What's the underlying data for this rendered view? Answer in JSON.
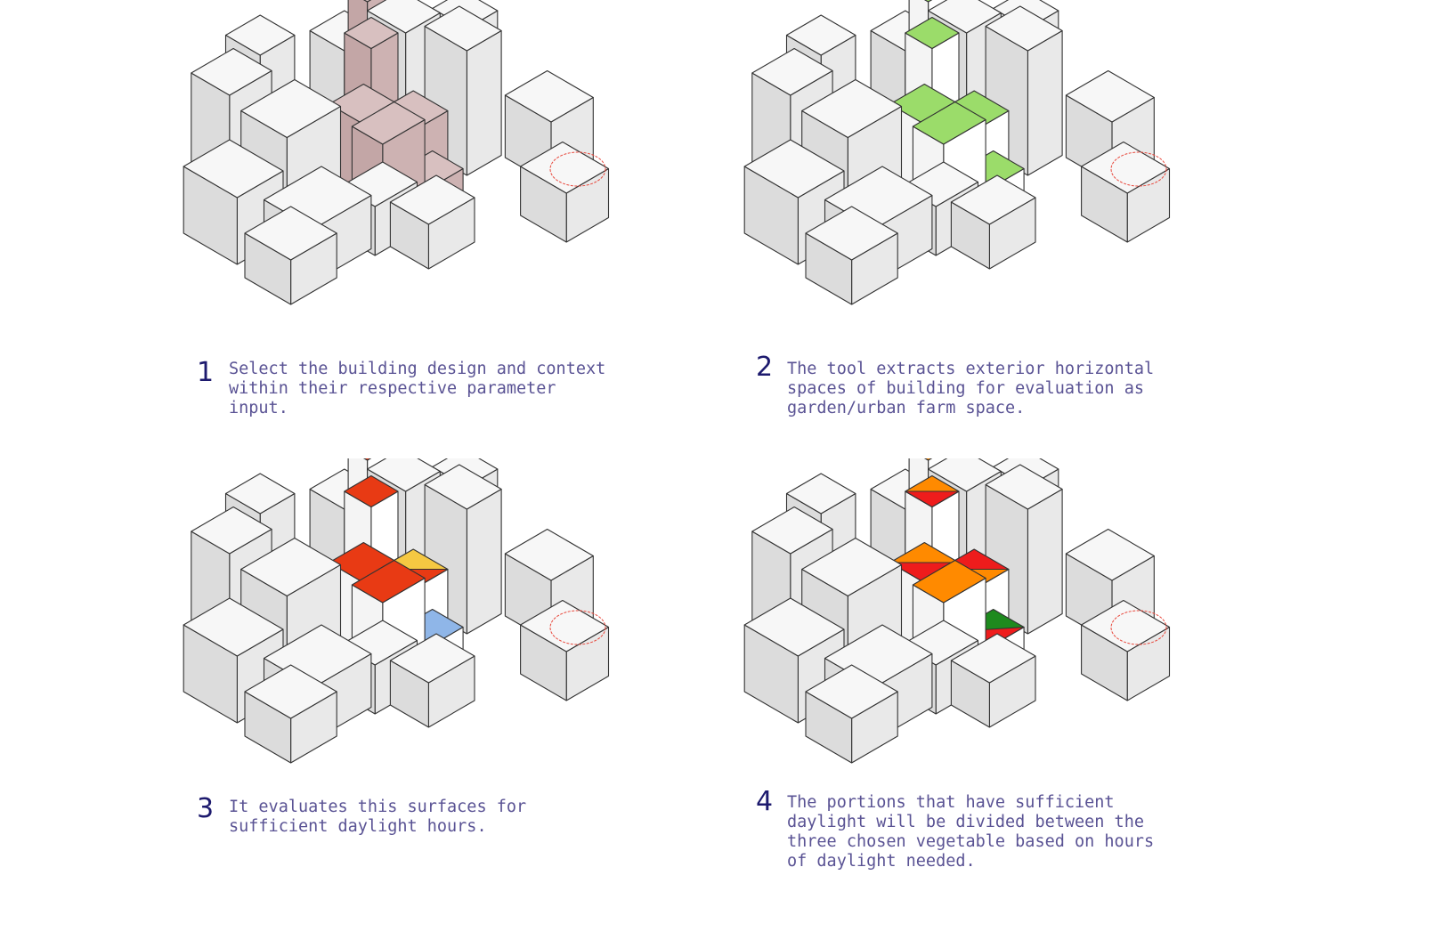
{
  "steps": [
    {
      "number": "1",
      "text": "Select the building design and context\nwithin their respective parameter\ninput.",
      "massing_style": "selected"
    },
    {
      "number": "2",
      "text": "The tool extracts exterior horizontal\nspaces of building for evaluation as\ngarden/urban farm space.",
      "massing_style": "extracted-green"
    },
    {
      "number": "3",
      "text": "It evaluates this surfaces for\nsufficient daylight hours.",
      "massing_style": "daylight-heatmap"
    },
    {
      "number": "4",
      "text": "The portions that have sufficient\ndaylight will be divided between the\nthree chosen vegetable based on hours\nof daylight needed.",
      "massing_style": "vegetable-zones"
    }
  ],
  "colors": {
    "context_top": "#f7f7f7",
    "context_left": "#e9e9e9",
    "context_right": "#dcdcdc",
    "selected_top": "#d8c0c0",
    "selected_left": "#cdb2b2",
    "selected_right": "#c3a6a6",
    "roof_green": "#9bdc6a",
    "heat_red": "#e83a14",
    "heat_yellow": "#f5c842",
    "heat_blue": "#8fb6e8",
    "veg_orange": "#ff8a00",
    "veg_red": "#ee1c1c",
    "veg_green": "#1e8a1e",
    "north_marker": "#e8473b",
    "step_number": "#1d1a6e",
    "step_text": "#5a5394"
  }
}
